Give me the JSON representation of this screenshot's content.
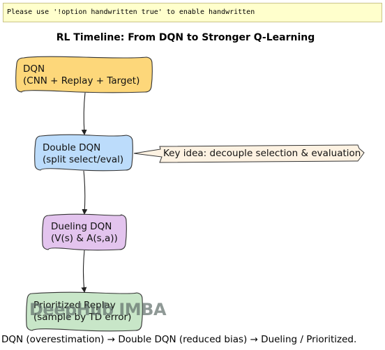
{
  "banner": {
    "text": "Please use '!option handwritten true' to enable handwritten"
  },
  "title": "RL Timeline: From DQN to Stronger Q-Learning",
  "nodes": [
    {
      "line1": "DQN",
      "line2": "(CNN + Replay + Target)",
      "fill": "#fdd77a"
    },
    {
      "line1": "Double DQN",
      "line2": "(split select/eval)",
      "fill": "#bcdcfb"
    },
    {
      "line1": "Dueling DQN",
      "line2": "(V(s) & A(s,a))",
      "fill": "#e3c4ee"
    },
    {
      "line1": "Prioritized Replay",
      "line2": "(sample by TD error)",
      "fill": "#c8e6c8"
    }
  ],
  "note": {
    "text": "Key idea: decouple selection & evaluation",
    "fill": "#fdf2e2"
  },
  "footer": "DQN (overestimation) → Double DQN (reduced bias) → Dueling / Prioritized.",
  "watermark": "DeepHub IMBA",
  "colors": {
    "stroke": "#333333",
    "arrow": "#222222"
  }
}
